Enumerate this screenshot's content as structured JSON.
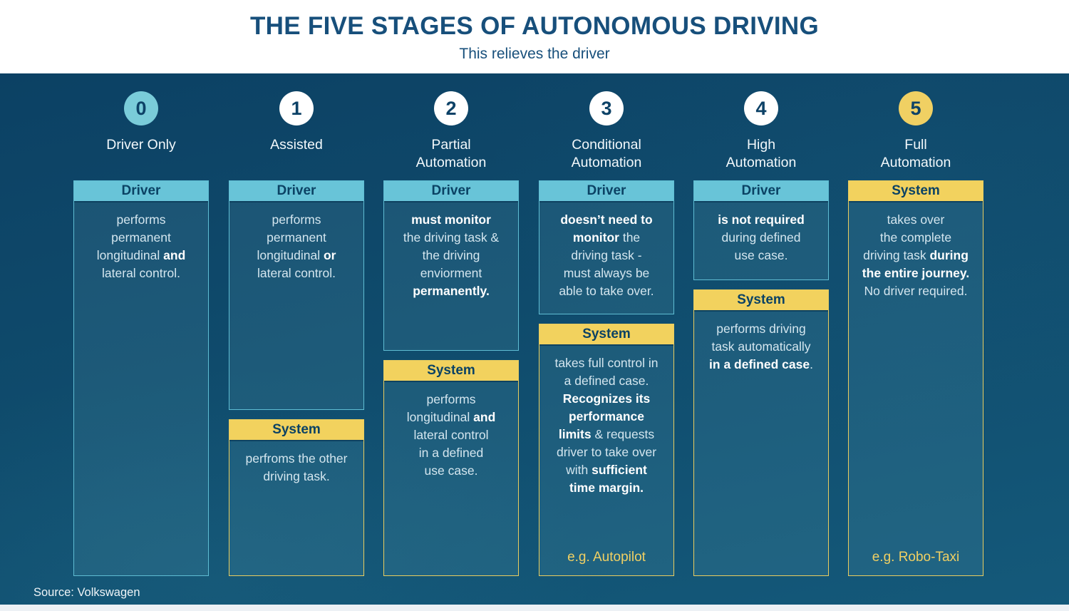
{
  "header": {
    "title": "THE FIVE STAGES OF AUTONOMOUS DRIVING",
    "subtitle": "This relieves the driver"
  },
  "source": "Source: Volkswagen",
  "colors": {
    "title_blue": "#174f7b",
    "board_background": "#0f4b6c",
    "accent_cyan": "#68c4d8",
    "accent_yellow": "#f2d25e",
    "badge_teal": "#7accd9",
    "badge_white": "#ffffff",
    "badge_yellow": "#f0d063",
    "body_text": "#d4e6ef"
  },
  "stages": [
    {
      "number": "0",
      "badge": "teal",
      "label": "Driver Only",
      "boxes": [
        {
          "role": "driver",
          "title": "Driver",
          "body": "performs\npermanent\nlongitudinal **and**\nlateral control."
        }
      ]
    },
    {
      "number": "1",
      "badge": "white",
      "label": "Assisted",
      "boxes": [
        {
          "role": "driver",
          "title": "Driver",
          "body": "performs\npermanent\nlongitudinal **or**\nlateral control."
        },
        {
          "role": "system",
          "title": "System",
          "body": "perfroms the other\ndriving task."
        }
      ]
    },
    {
      "number": "2",
      "badge": "white",
      "label": "Partial\nAutomation",
      "boxes": [
        {
          "role": "driver",
          "title": "Driver",
          "body": "**must monitor**\nthe driving task &\nthe driving\nenviorment\n**permanently.**"
        },
        {
          "role": "system",
          "title": "System",
          "body": "performs\nlongitudinal **and**\nlateral control\nin a defined\nuse case."
        }
      ]
    },
    {
      "number": "3",
      "badge": "white",
      "label": "Conditional\nAutomation",
      "boxes": [
        {
          "role": "driver",
          "title": "Driver",
          "body": "**doesn’t need to**\n**monitor** the\ndriving task -\nmust always be\nable to take over."
        },
        {
          "role": "system",
          "title": "System",
          "body": "takes full control in\na defined case.\n**Recognizes its**\n**performance**\n**limits** & requests\ndriver to take over\nwith **sufficient**\n**time margin.**",
          "example": "e.g. Autopilot"
        }
      ]
    },
    {
      "number": "4",
      "badge": "white",
      "label": "High\nAutomation",
      "boxes": [
        {
          "role": "driver",
          "title": "Driver",
          "body": "**is not required**\nduring defined\nuse case."
        },
        {
          "role": "system",
          "title": "System",
          "body": "performs driving\ntask automatically\n**in a defined case**."
        }
      ]
    },
    {
      "number": "5",
      "badge": "yellow",
      "label": "Full\nAutomation",
      "boxes": [
        {
          "role": "system",
          "title": "System",
          "body": "takes over\nthe complete\ndriving task **during**\n**the entire journey.**\nNo driver required.",
          "example": "e.g. Robo-Taxi"
        }
      ]
    }
  ]
}
